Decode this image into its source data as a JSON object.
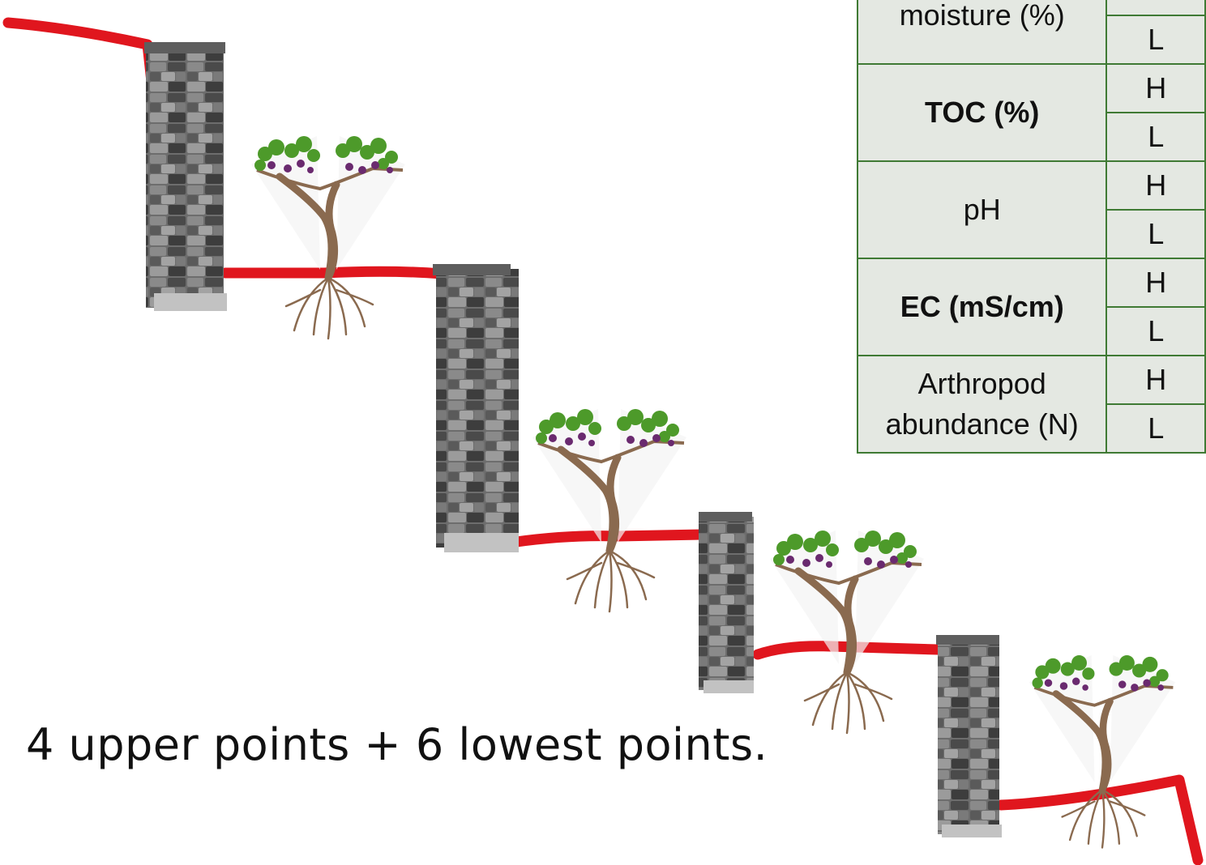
{
  "table": {
    "rows": [
      {
        "parameter": "moisture (%)",
        "bold": false,
        "high": "",
        "low": "L"
      },
      {
        "parameter": "TOC (%)",
        "bold": true,
        "high": "H",
        "low": "L"
      },
      {
        "parameter": "pH",
        "bold": false,
        "high": "H",
        "low": "L"
      },
      {
        "parameter": "EC (mS/cm)",
        "bold": true,
        "high": "H",
        "low": "L"
      },
      {
        "parameter": "Arthropod abundance (N)",
        "bold": false,
        "high": "H",
        "low": "L"
      }
    ]
  },
  "caption": "4 upper points + 6 lowest points.",
  "colors": {
    "ground_line": "#e0161e",
    "wall_stone_dark": "#4a4a4a",
    "wall_stone_light": "#b9b9b9",
    "table_border": "#3f7a34",
    "table_fill": "#e4e8e2",
    "vine_trunk": "#8a6a4f",
    "vine_leaf": "#4d9a2a",
    "vine_grape": "#6a2a6f"
  },
  "icons": [
    "stone-wall-icon",
    "grapevine-icon",
    "ground-profile-line"
  ]
}
